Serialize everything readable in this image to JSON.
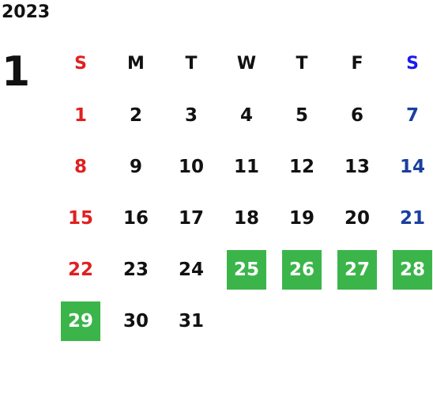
{
  "year": "2023",
  "month": "1",
  "weekdays": [
    "S",
    "M",
    "T",
    "W",
    "T",
    "F",
    "S"
  ],
  "weeks": [
    [
      {
        "d": "1",
        "hl": false
      },
      {
        "d": "2",
        "hl": false
      },
      {
        "d": "3",
        "hl": false
      },
      {
        "d": "4",
        "hl": false
      },
      {
        "d": "5",
        "hl": false
      },
      {
        "d": "6",
        "hl": false
      },
      {
        "d": "7",
        "hl": false
      }
    ],
    [
      {
        "d": "8",
        "hl": false
      },
      {
        "d": "9",
        "hl": false
      },
      {
        "d": "10",
        "hl": false
      },
      {
        "d": "11",
        "hl": false
      },
      {
        "d": "12",
        "hl": false
      },
      {
        "d": "13",
        "hl": false
      },
      {
        "d": "14",
        "hl": false
      }
    ],
    [
      {
        "d": "15",
        "hl": false
      },
      {
        "d": "16",
        "hl": false
      },
      {
        "d": "17",
        "hl": false
      },
      {
        "d": "18",
        "hl": false
      },
      {
        "d": "19",
        "hl": false
      },
      {
        "d": "20",
        "hl": false
      },
      {
        "d": "21",
        "hl": false
      }
    ],
    [
      {
        "d": "22",
        "hl": false
      },
      {
        "d": "23",
        "hl": false
      },
      {
        "d": "24",
        "hl": false
      },
      {
        "d": "25",
        "hl": true
      },
      {
        "d": "26",
        "hl": true
      },
      {
        "d": "27",
        "hl": true
      },
      {
        "d": "28",
        "hl": true
      }
    ],
    [
      {
        "d": "29",
        "hl": true
      },
      {
        "d": "30",
        "hl": false
      },
      {
        "d": "31",
        "hl": false
      },
      {
        "d": "",
        "hl": false
      },
      {
        "d": "",
        "hl": false
      },
      {
        "d": "",
        "hl": false
      },
      {
        "d": "",
        "hl": false
      }
    ]
  ],
  "colors": {
    "sunday": "#e02020",
    "saturday": "#1a3fa0",
    "saturday_header": "#1a1aee",
    "highlight": "#3bb54a"
  }
}
